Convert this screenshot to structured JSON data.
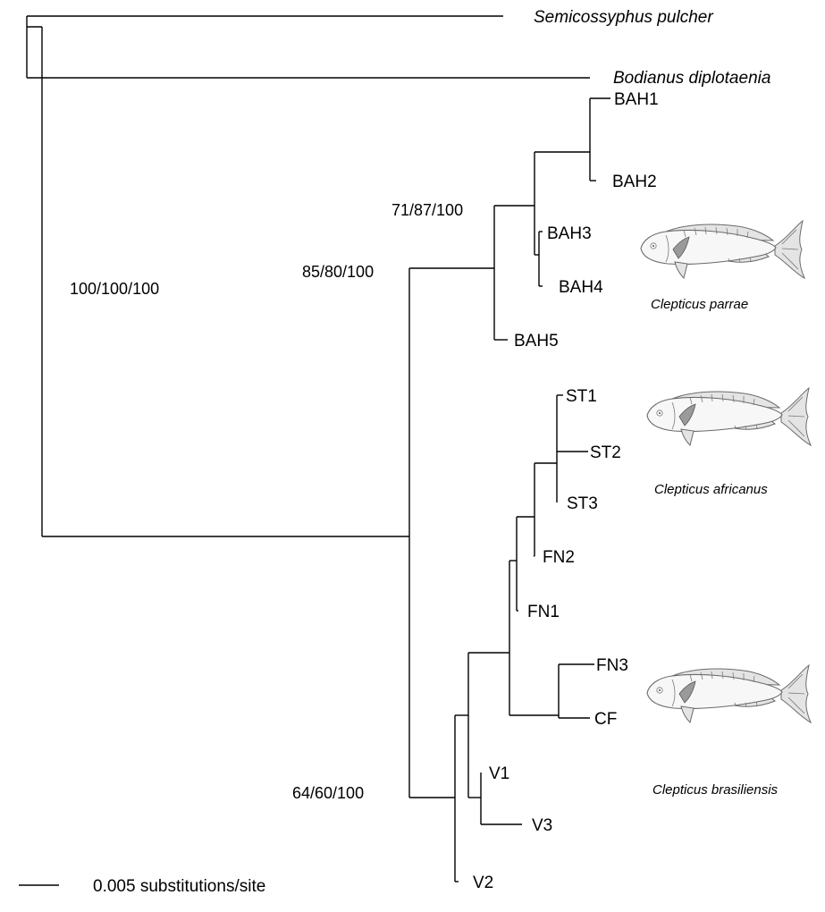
{
  "tree": {
    "outgroups": [
      {
        "id": "semicossyphus",
        "label": "Semicossyphus pulcher"
      },
      {
        "id": "bodianus",
        "label": "Bodianus diplotaenia"
      }
    ],
    "tips": [
      {
        "id": "BAH1",
        "label": "BAH1"
      },
      {
        "id": "BAH2",
        "label": "BAH2"
      },
      {
        "id": "BAH3",
        "label": "BAH3"
      },
      {
        "id": "BAH4",
        "label": "BAH4"
      },
      {
        "id": "BAH5",
        "label": "BAH5"
      },
      {
        "id": "ST1",
        "label": "ST1"
      },
      {
        "id": "ST2",
        "label": "ST2"
      },
      {
        "id": "ST3",
        "label": "ST3"
      },
      {
        "id": "FN2",
        "label": "FN2"
      },
      {
        "id": "FN1",
        "label": "FN1"
      },
      {
        "id": "FN3",
        "label": "FN3"
      },
      {
        "id": "CF",
        "label": "CF"
      },
      {
        "id": "V1",
        "label": "V1"
      },
      {
        "id": "V3",
        "label": "V3"
      },
      {
        "id": "V2",
        "label": "V2"
      }
    ],
    "support_values": [
      {
        "id": "root",
        "label": "100/100/100"
      },
      {
        "id": "clepticus",
        "label": "85/80/100"
      },
      {
        "id": "parrae",
        "label": "71/87/100"
      },
      {
        "id": "southern",
        "label": "64/60/100"
      }
    ],
    "scale_bar": {
      "label": "0.005 substitutions/site"
    }
  },
  "species": [
    {
      "id": "parrae",
      "caption": "Clepticus parrae",
      "illustration": "wrasse-fish-drawing"
    },
    {
      "id": "africanus",
      "caption": "Clepticus africanus",
      "illustration": "wrasse-fish-drawing"
    },
    {
      "id": "brasiliensis",
      "caption": "Clepticus brasiliensis",
      "illustration": "wrasse-fish-drawing"
    }
  ]
}
